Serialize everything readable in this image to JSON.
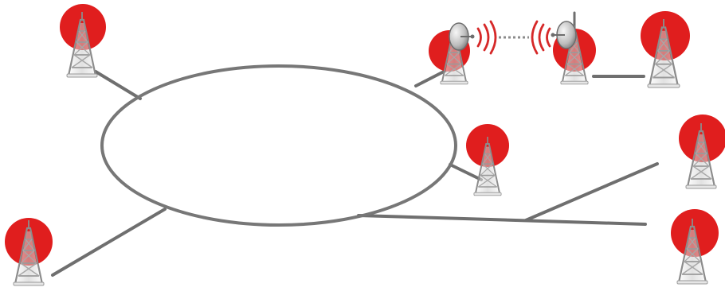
{
  "diagram": {
    "colors": {
      "background": "#ffffff",
      "link": "#6f6f6f",
      "ring": "#777777",
      "tower_disc": "#e01e1e",
      "tower_steel": "#d9d9d9",
      "tower_outline": "#8c8c8c",
      "wireless_waves": "#d62828",
      "dish": "#9a9a9a"
    },
    "elements": [
      {
        "id": "core-ring",
        "kind": "ring"
      },
      {
        "id": "tower-top-left",
        "kind": "tower",
        "icon": "radio-tower-icon"
      },
      {
        "id": "tower-bottom-left",
        "kind": "tower",
        "icon": "radio-tower-icon"
      },
      {
        "id": "tower-center-right",
        "kind": "tower",
        "icon": "radio-tower-icon"
      },
      {
        "id": "dish-tower-left",
        "kind": "dish-tower",
        "icon": "microwave-dish-icon"
      },
      {
        "id": "dish-tower-right",
        "kind": "dish-tower",
        "icon": "microwave-dish-icon"
      },
      {
        "id": "tower-top-right",
        "kind": "tower",
        "icon": "radio-tower-icon"
      },
      {
        "id": "tower-mid-right",
        "kind": "tower",
        "icon": "radio-tower-icon"
      },
      {
        "id": "tower-bottom-right",
        "kind": "tower",
        "icon": "radio-tower-icon"
      },
      {
        "id": "microwave-link",
        "kind": "wireless",
        "icon": "wireless-signal-icon"
      }
    ]
  }
}
